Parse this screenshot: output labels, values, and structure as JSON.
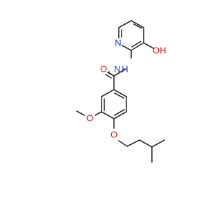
{
  "molecule": {
    "atoms": {
      "n_pyridine": {
        "label": "N",
        "color": "#1f3fd1"
      },
      "o_hydroxy": {
        "label": "O",
        "color": "#e01b1b"
      },
      "h_hydroxy": {
        "label": "H",
        "color": "#e01b1b"
      },
      "n_amide": {
        "label": "N",
        "color": "#1f3fd1"
      },
      "h_amide": {
        "label": "H",
        "color": "#1f3fd1"
      },
      "o_carbonyl": {
        "label": "O",
        "color": "#e01b1b"
      },
      "o_methoxy": {
        "label": "O",
        "color": "#e01b1b"
      },
      "o_ether": {
        "label": "O",
        "color": "#e01b1b"
      }
    },
    "bond_color": "#2b2b2b"
  }
}
